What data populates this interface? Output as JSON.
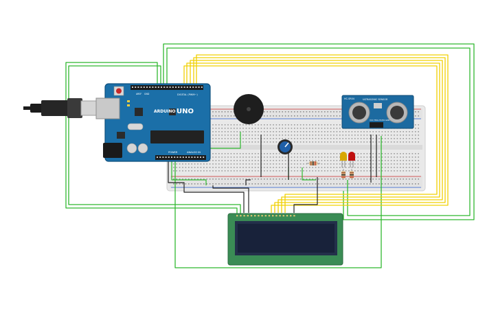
{
  "arduino": {
    "brand": "ARDUINO",
    "model": "UNO",
    "digital_header": "DIGITAL (PWM~)",
    "analog_header": "ANALOG IN",
    "power_header": "POWER",
    "aref": "AREF",
    "gnd": "GND"
  },
  "ultrasonic": {
    "model": "HC-SR04",
    "label": "ULTRASONIC SENSOR",
    "pins": "VCC TRIG ECHO GND"
  },
  "colors": {
    "board": "#1b6fa8",
    "board_edge": "#0f4f7d",
    "breadboard": "#ebebeb",
    "wire_green": "#2fb82f",
    "wire_yellow": "#f0d000",
    "wire_black": "#222222",
    "lcd_pcb": "#3a8c55",
    "lcd_screen": "#18223a",
    "led_yellow": "#d8a700",
    "led_red": "#c01010",
    "pot": "#1f5fa8",
    "buzzer": "#1e1e1e",
    "sensor_pcb": "#1c6aa0"
  },
  "icons": {
    "usb": "usb-cable-icon",
    "power_jack": "power-jack-icon",
    "reset": "reset-button-icon"
  }
}
